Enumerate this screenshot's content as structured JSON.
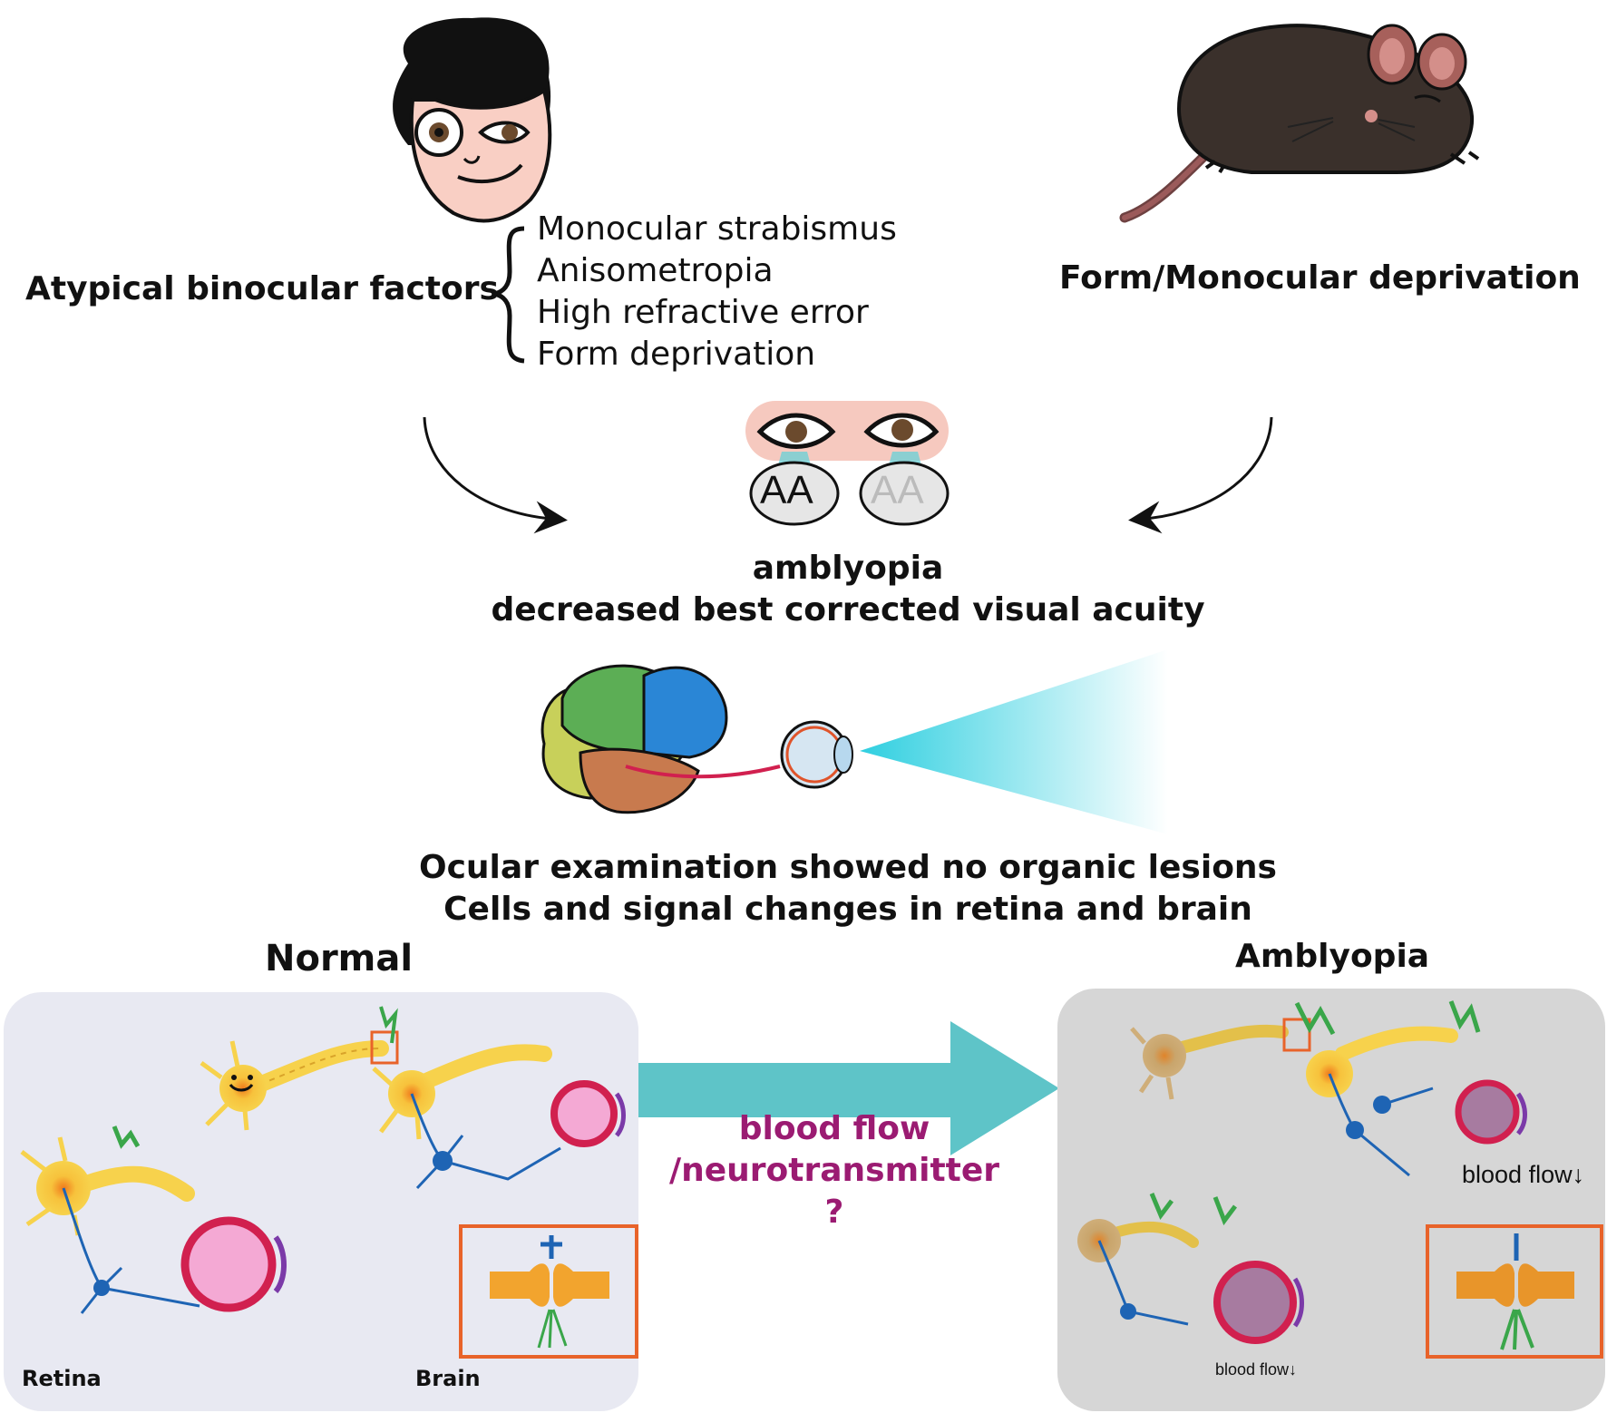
{
  "labels": {
    "atypical": "Atypical binocular factors",
    "form_deprivation": "Form/Monocular deprivation",
    "factors": [
      "Monocular strabismus",
      "Anisometropia",
      "High refractive error",
      "Form deprivation"
    ],
    "amblyopia": "amblyopia",
    "decreased": "decreased best corrected visual acuity",
    "ocular_exam": "Ocular examination showed no organic lesions",
    "cells_changes": "Cells and signal changes in retina and brain",
    "normal": "Normal",
    "amblyopia_header": "Amblyopia",
    "blood_flow": "blood flow",
    "neurotransmitter": "/neurotransmitter",
    "question": "?",
    "retina": "Retina",
    "brain": "Brain",
    "blood_flow_down": "blood flow↓",
    "blood_flow_down_small": "blood flow↓",
    "aa_clear": "AA",
    "aa_blurred": "AA"
  },
  "colors": {
    "accent_magenta": "#9b1b72",
    "arrow_teal": "#5ec4c8",
    "panel_normal": "#e8e9f2",
    "panel_amblyopia": "#d6d6d6",
    "neuron_yellow": "#f7d24c",
    "neuron_beige": "#cfae79",
    "vessel_red": "#d1204f",
    "vessel_pink": "#f4a9d4",
    "inset_border": "#e8632a",
    "glia_blue": "#1e64b4",
    "glia_green": "#3aa64a"
  },
  "icons": [
    "boy-face-icon",
    "mouse-icon",
    "eyes-icon",
    "brain-eye-icon",
    "neuron-icon",
    "blood-vessel-icon",
    "synapse-icon"
  ]
}
